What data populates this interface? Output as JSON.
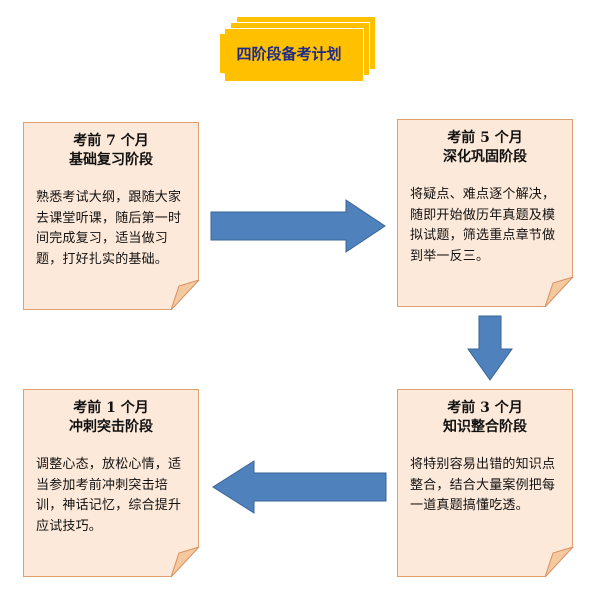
{
  "title": "四阶段备考计划",
  "stages": [
    {
      "id": "stage-1",
      "time": "考前 7 个月",
      "name": "基础复习阶段",
      "description": "熟悉考试大纲，跟随大家去课堂听课，随后第一时间完成复习，适当做习题，打好扎实的基础。"
    },
    {
      "id": "stage-2",
      "time": "考前 5 个月",
      "name": "深化巩固阶段",
      "description": "将疑点、难点逐个解决，随即开始做历年真题及模拟试题，筛选重点章节做到举一反三。"
    },
    {
      "id": "stage-3",
      "time": "考前 3 个月",
      "name": "知识整合阶段",
      "description": "将特别容易出错的知识点整合，结合大量案例把每一道真题搞懂吃透。"
    },
    {
      "id": "stage-4",
      "time": "考前 1 个月",
      "name": "冲刺突击阶段",
      "description": "调整心态，放松心情，适当参加考前冲刺突击培训，神话记忆，综合提升应试技巧。"
    }
  ],
  "colors": {
    "card_fill": "#fde9d9",
    "card_border": "#e0a070",
    "fold": "#f5c9a0",
    "arrow": "#4f81bd",
    "banner": "#ffc000",
    "banner_text": "#1f2a8a"
  }
}
